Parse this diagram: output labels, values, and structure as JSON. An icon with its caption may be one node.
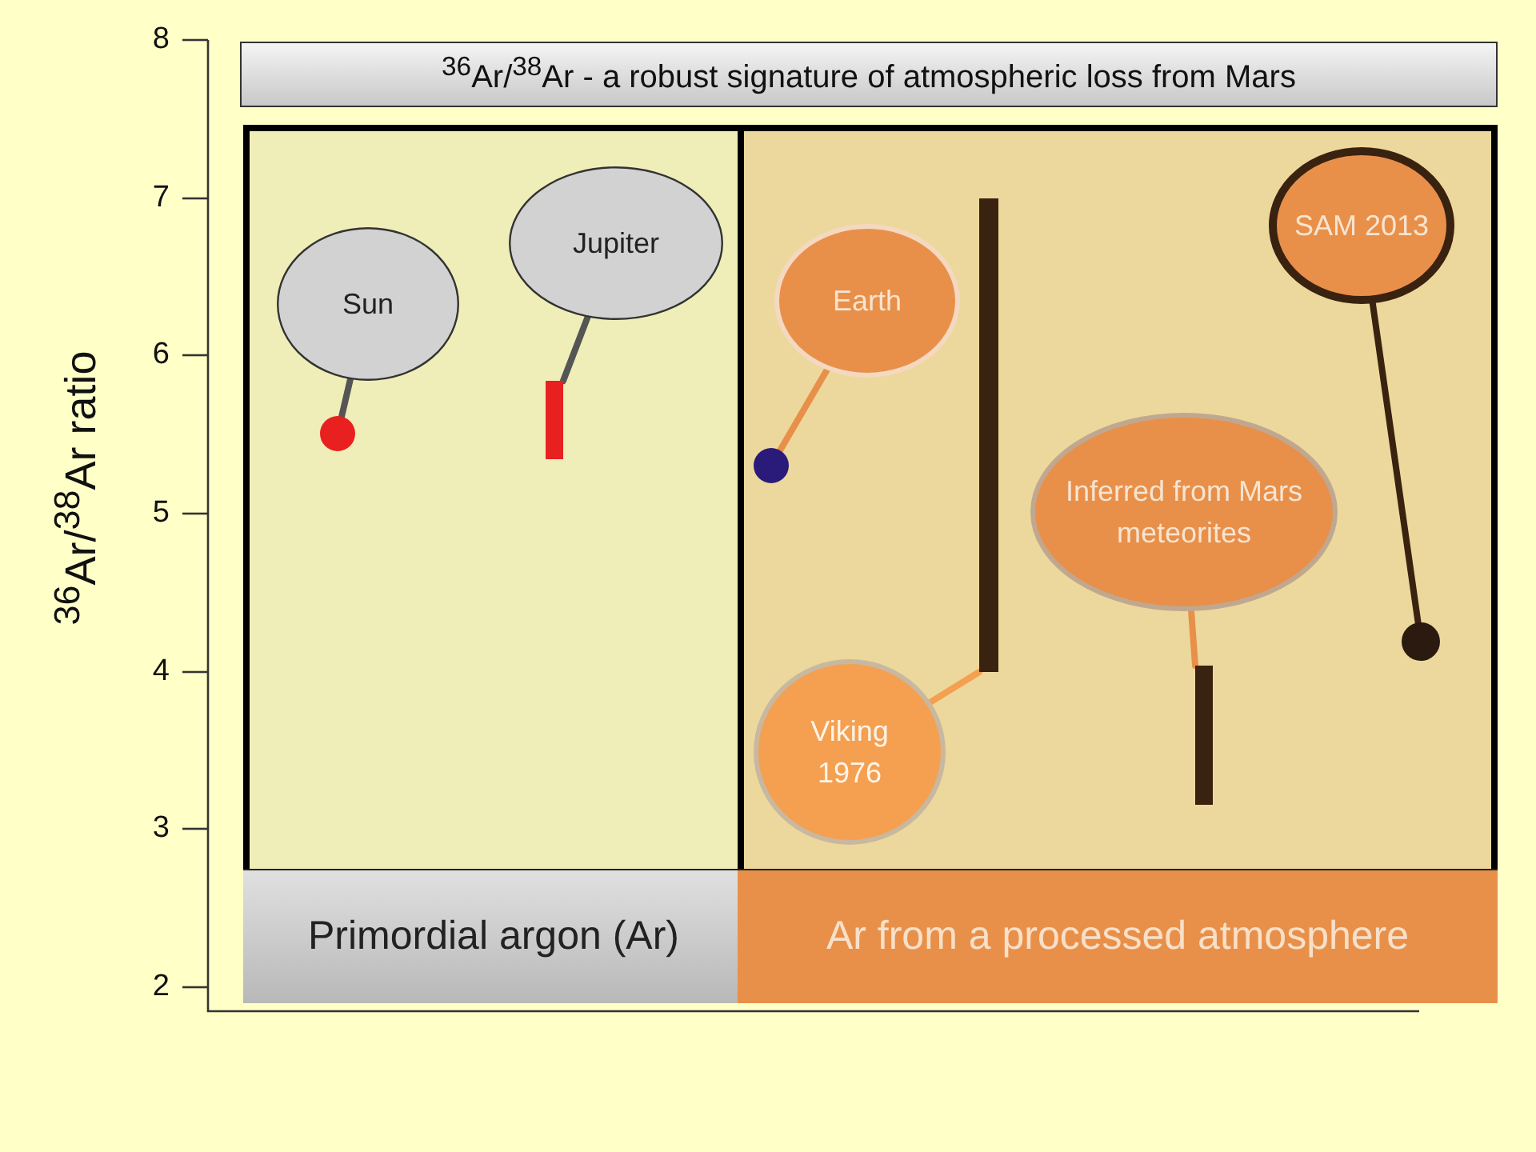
{
  "diagram": {
    "title": "$^{36}$Ar/$^{38}$Ar - a robust signature of atmospheric loss from Mars",
    "nodes": [
      {
        "text": [],
        "shape": "box"
      },
      {
        "text": [
          "Sun"
        ],
        "in": 0
      },
      {
        "text": [
          "Jupiter"
        ],
        "in": 0
      },
      {
        "text": [],
        "shape": "circle",
        "in": 0
      },
      {
        "text": [],
        "shape": "bar",
        "in": 0
      },
      {
        "text": [
          "Primordial argon (Ar)"
        ],
        "in": 0
      },
      {
        "text": [],
        "shape": "box"
      },
      {
        "text": [
          "Earth"
        ],
        "in": 6
      },
      {
        "text": [
          "SAM 2013"
        ],
        "in": 6
      },
      {
        "text": [],
        "shape": "circle",
        "in": 6
      },
      {
        "text": [],
        "shape": "bar",
        "in": 6
      },
      {
        "text": [
          "Inferred from Mars meteorites"
        ],
        "in": 6
      },
      {
        "text": [],
        "shape": "circle",
        "in": 6
      },
      {
        "text": [],
        "shape": "bar",
        "in": 6
      },
      {
        "text": [
          "Viking 1976"
        ],
        "in": 6
      },
      {
        "text": [
          "Ar from a processed atmosphere"
        ],
        "in": 6
      }
    ],
    "edges": [
      {
        "from": 1,
        "to": 3,
        "arrow": "none"
      },
      {
        "from": 2,
        "to": 4,
        "arrow": "none"
      },
      {
        "from": 7,
        "to": 9,
        "arrow": "none",
        "color": "#e8904a"
      },
      {
        "from": 14,
        "to": 10,
        "arrow": "none",
        "color": "#f4a050"
      },
      {
        "from": 11,
        "to": 13,
        "arrow": "none",
        "color": "#e8904a"
      },
      {
        "from": 8,
        "to": 12,
        "arrow": "none"
      }
    ],
    "labels": [
      "8",
      "7",
      "6",
      "5",
      "4",
      "3",
      "2",
      "$^{36}$Ar/$^{38}$Ar ratio"
    ]
  }
}
